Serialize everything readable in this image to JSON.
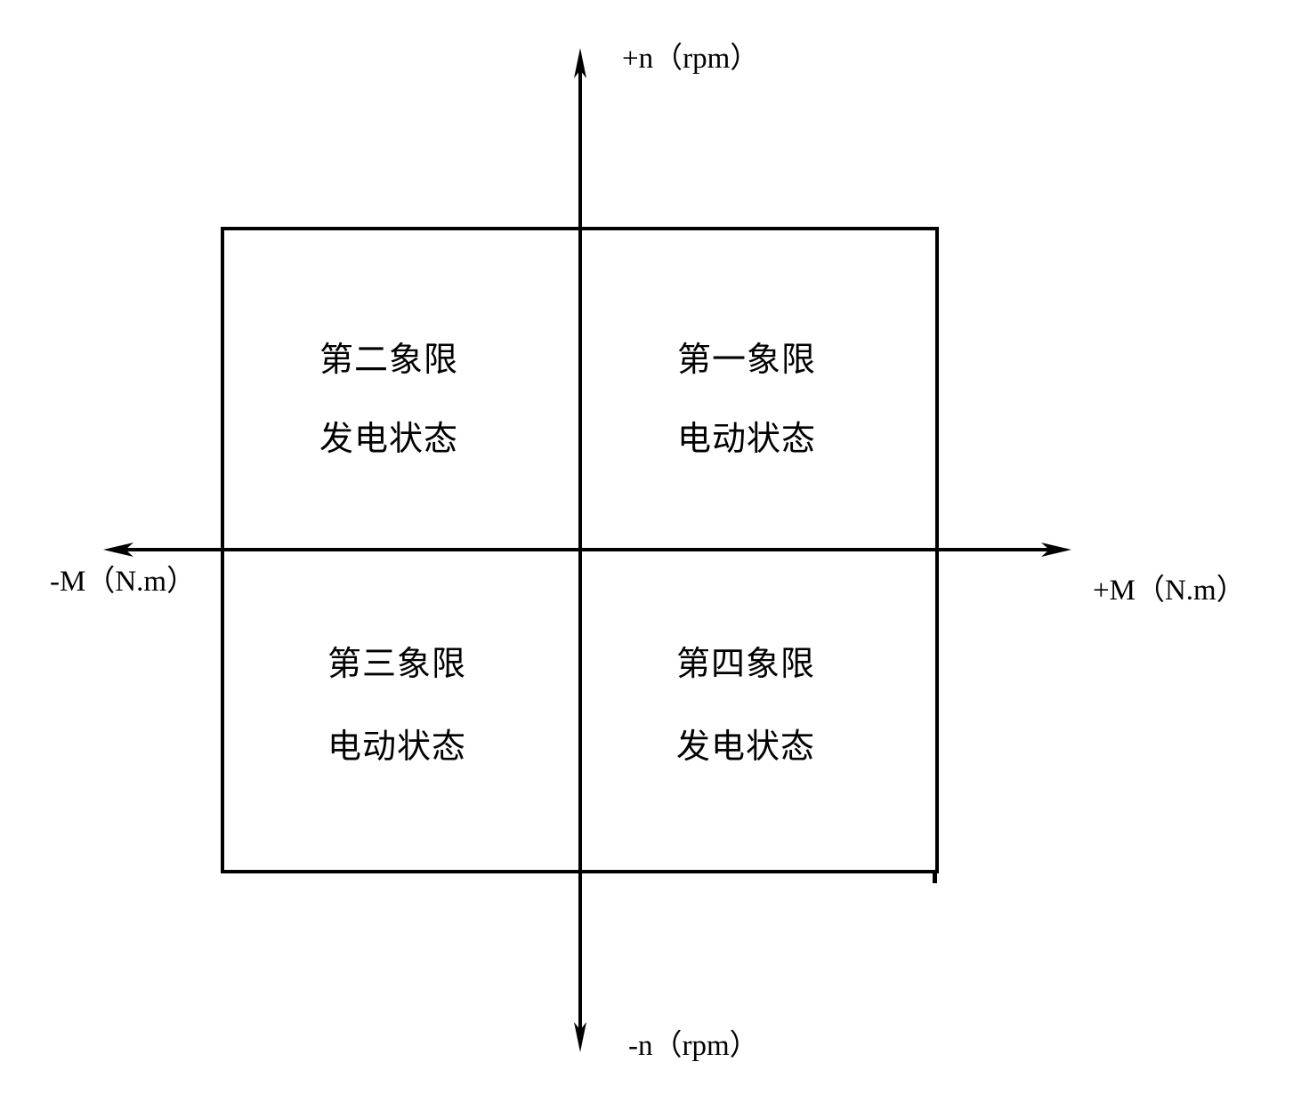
{
  "diagram": {
    "axes": {
      "top_label": "+n（rpm）",
      "bottom_label": "-n（rpm）",
      "left_label": "-M（N.m）",
      "right_label": "+M（N.m）"
    },
    "quadrants": [
      {
        "id": "first",
        "title": "第一象限",
        "state": "电动状态"
      },
      {
        "id": "second",
        "title": "第二象限",
        "state": "发电状态"
      },
      {
        "id": "third",
        "title": "第三象限",
        "state": "电动状态"
      },
      {
        "id": "fourth",
        "title": "第四象限",
        "state": "发电状态"
      }
    ],
    "colors": {
      "line": "#000000",
      "background": "#ffffff",
      "text": "#000000"
    }
  }
}
